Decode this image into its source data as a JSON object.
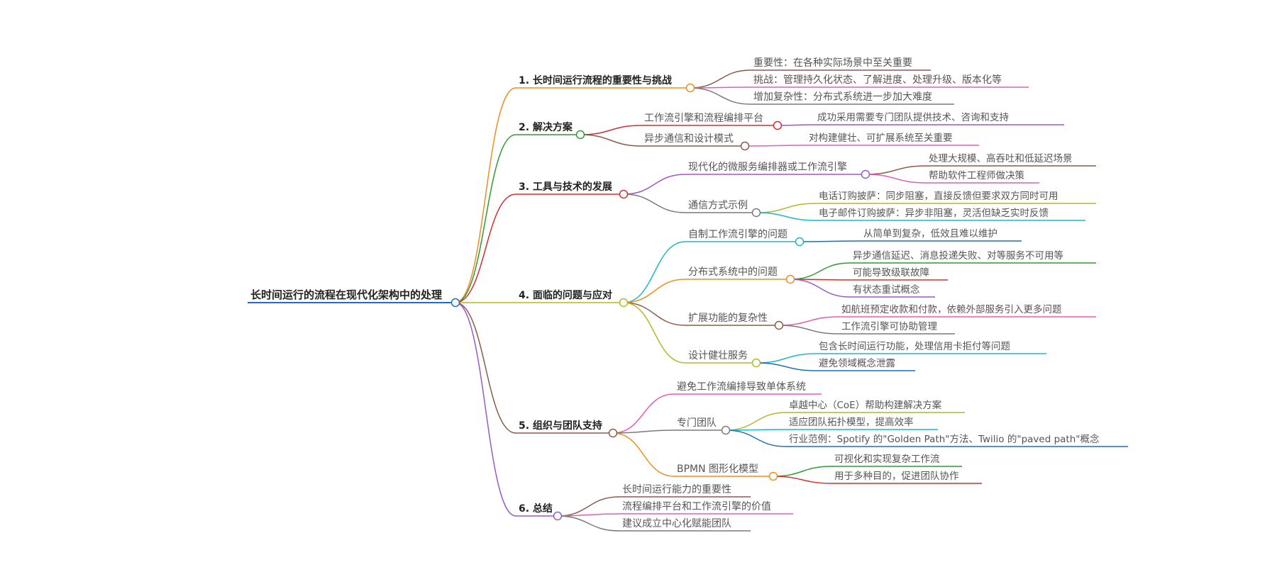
{
  "root": {
    "label": "长时间运行的流程在现代化架构中的处理"
  },
  "sections": [
    {
      "label": "1. 长时间运行流程的重要性与挑战",
      "color": "#f28c1f",
      "children": [
        {
          "label": "重要性：在各种实际场景中至关重要",
          "color": "#8c5a4a"
        },
        {
          "label": "挑战：管理持久化状态、了解进度、处理升级、版本化等",
          "color": "#e65cb5"
        },
        {
          "label": "增加复杂性：分布式系统进一步加大难度",
          "color": "#7a7a7a"
        }
      ]
    },
    {
      "label": "2. 解决方案",
      "color": "#2e9a33",
      "children": [
        {
          "label": "工作流引擎和流程编排平台",
          "color": "#d32f2f",
          "children": [
            {
              "label": "成功采用需要专门团队提供技术、咨询和支持",
              "color": "#9b59c6"
            }
          ]
        },
        {
          "label": "异步通信和设计模式",
          "color": "#8c5a4a",
          "children": [
            {
              "label": "对构建健壮、可扩展系统至关重要",
              "color": "#e65cb5"
            }
          ]
        }
      ]
    },
    {
      "label": "3. 工具与技术的发展",
      "color": "#d32f2f",
      "children": [
        {
          "label": "现代化的微服务编排器或工作流引擎",
          "color": "#9b59c6",
          "children": [
            {
              "label": "处理大规模、高吞吐和低延迟场景",
              "color": "#8c5a4a"
            },
            {
              "label": "帮助软件工程师做决策",
              "color": "#e65cb5"
            }
          ]
        },
        {
          "label": "通信方式示例",
          "color": "#7a7a7a",
          "children": [
            {
              "label": "电话订购披萨：同步阻塞，直接反馈但要求双方同时可用",
              "color": "#b5b82a"
            },
            {
              "label": "电子邮件订购披萨：异步非阻塞，灵活但缺乏实时反馈",
              "color": "#1fb5c9"
            }
          ]
        }
      ]
    },
    {
      "label": "4. 面临的问题与应对",
      "color": "#b5b82a",
      "children": [
        {
          "label": "自制工作流引擎的问题",
          "color": "#1fb5c9",
          "children": [
            {
              "label": "从简单到复杂，低效且难以维护",
              "color": "#1f6fb8"
            }
          ]
        },
        {
          "label": "分布式系统中的问题",
          "color": "#f28c1f",
          "children": [
            {
              "label": "异步通信延迟、消息投递失败、对等服务不可用等",
              "color": "#2e9a33"
            },
            {
              "label": "可能导致级联故障",
              "color": "#d32f2f"
            },
            {
              "label": "有状态重试概念",
              "color": "#9b59c6"
            }
          ]
        },
        {
          "label": "扩展功能的复杂性",
          "color": "#8c5a4a",
          "children": [
            {
              "label": "如航班预定收款和付款，依赖外部服务引入更多问题",
              "color": "#e65cb5"
            },
            {
              "label": "工作流引擎可协助管理",
              "color": "#7a7a7a"
            }
          ]
        },
        {
          "label": "设计健壮服务",
          "color": "#b5b82a",
          "children": [
            {
              "label": "包含长时间运行功能，处理信用卡拒付等问题",
              "color": "#1fb5c9"
            },
            {
              "label": "避免领域概念泄露",
              "color": "#1f6fb8"
            }
          ]
        }
      ]
    },
    {
      "label": "5. 组织与团队支持",
      "color": "#8c5a4a",
      "children": [
        {
          "label": "避免工作流编排导致单体系统",
          "color": "#e65cb5"
        },
        {
          "label": "专门团队",
          "color": "#7a7a7a",
          "children": [
            {
              "label": "卓越中心（CoE）帮助构建解决方案",
              "color": "#b5b82a"
            },
            {
              "label": "适应团队拓扑模型，提高效率",
              "color": "#1fb5c9"
            },
            {
              "label": "行业范例：Spotify 的\"Golden Path\"方法、Twilio 的\"paved path\"概念",
              "color": "#1f6fb8"
            }
          ]
        },
        {
          "label": "BPMN 图形化模型",
          "color": "#f28c1f",
          "children": [
            {
              "label": "可视化和实现复杂工作流",
              "color": "#2e9a33"
            },
            {
              "label": "用于多种目的，促进团队协作",
              "color": "#d32f2f"
            }
          ]
        }
      ]
    },
    {
      "label": "6. 总结",
      "color": "#9b59c6",
      "children": [
        {
          "label": "长时间运行能力的重要性",
          "color": "#8c5a4a"
        },
        {
          "label": "流程编排平台和工作流引擎的价值",
          "color": "#e65cb5"
        },
        {
          "label": "建议成立中心化赋能团队",
          "color": "#7a7a7a"
        }
      ]
    }
  ]
}
